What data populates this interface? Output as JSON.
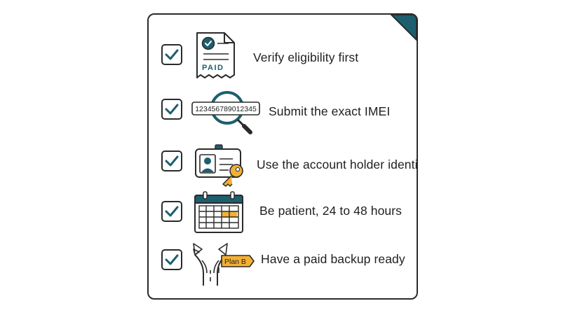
{
  "checklist": {
    "items": [
      {
        "label": "Verify eligibility first",
        "icon": "paid-receipt-icon",
        "checked": true,
        "icon_text": "PAID"
      },
      {
        "label": "Submit the exact IMEI",
        "icon": "imei-magnifier-icon",
        "checked": true,
        "icon_text": "123456789012345"
      },
      {
        "label": "Use the account holder identity",
        "icon": "id-card-key-icon",
        "checked": true
      },
      {
        "label": "Be patient, 24 to 48 hours",
        "icon": "calendar-icon",
        "checked": true
      },
      {
        "label": "Have a paid backup ready",
        "icon": "split-road-plan-b-icon",
        "checked": true,
        "icon_text": "Plan B"
      }
    ]
  },
  "colors": {
    "accent": "#1d5f6e",
    "highlight": "#f2b135",
    "outline": "#2b2b2b"
  }
}
